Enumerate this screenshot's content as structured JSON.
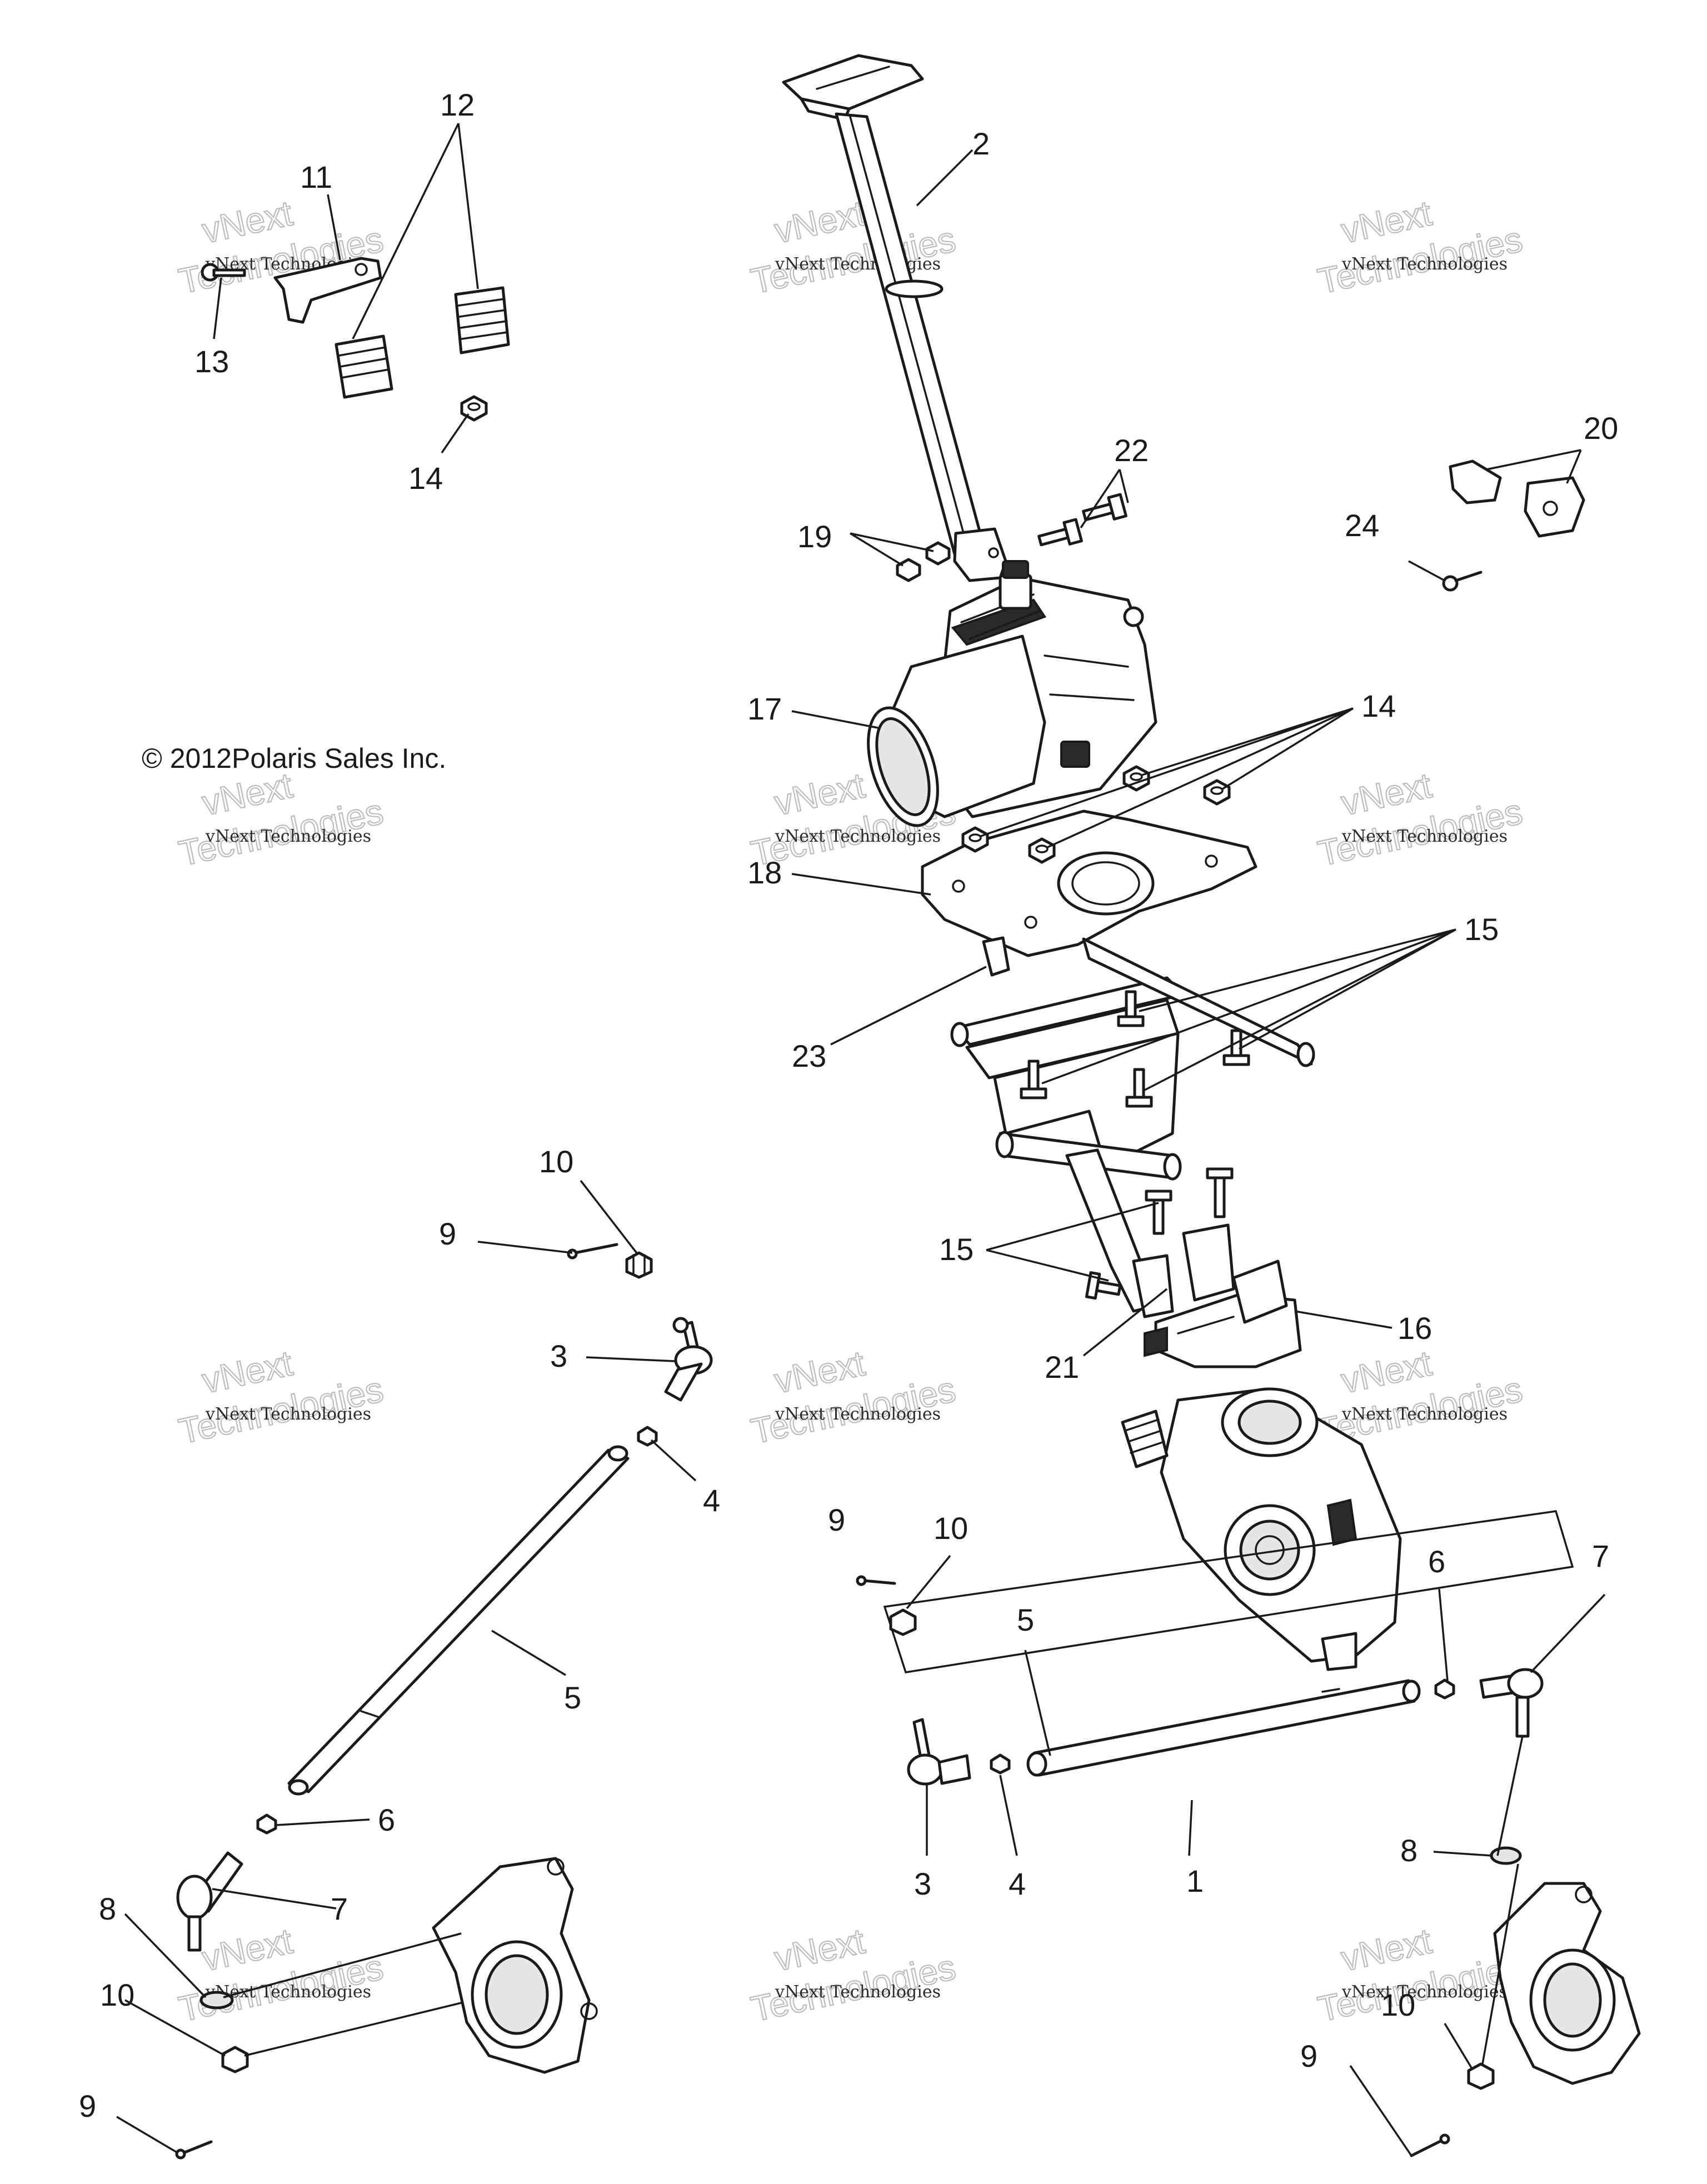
{
  "diagram": {
    "copyright": "© 2012Polaris Sales Inc.",
    "watermark": {
      "line1": "vNext",
      "line2": "vNext Technologies",
      "line3": "Technologies"
    },
    "callouts": [
      {
        "id": "c1",
        "label": "1"
      },
      {
        "id": "c2",
        "label": "2"
      },
      {
        "id": "c3a",
        "label": "3"
      },
      {
        "id": "c3b",
        "label": "3"
      },
      {
        "id": "c4a",
        "label": "4"
      },
      {
        "id": "c4b",
        "label": "4"
      },
      {
        "id": "c5a",
        "label": "5"
      },
      {
        "id": "c5b",
        "label": "5"
      },
      {
        "id": "c6a",
        "label": "6"
      },
      {
        "id": "c6b",
        "label": "6"
      },
      {
        "id": "c7a",
        "label": "7"
      },
      {
        "id": "c7b",
        "label": "7"
      },
      {
        "id": "c8a",
        "label": "8"
      },
      {
        "id": "c8b",
        "label": "8"
      },
      {
        "id": "c9a",
        "label": "9"
      },
      {
        "id": "c9b",
        "label": "9"
      },
      {
        "id": "c9c",
        "label": "9"
      },
      {
        "id": "c9d",
        "label": "9"
      },
      {
        "id": "c10a",
        "label": "10"
      },
      {
        "id": "c10b",
        "label": "10"
      },
      {
        "id": "c10c",
        "label": "10"
      },
      {
        "id": "c10d",
        "label": "10"
      },
      {
        "id": "c11",
        "label": "11"
      },
      {
        "id": "c12",
        "label": "12"
      },
      {
        "id": "c13",
        "label": "13"
      },
      {
        "id": "c14a",
        "label": "14"
      },
      {
        "id": "c14b",
        "label": "14"
      },
      {
        "id": "c15a",
        "label": "15"
      },
      {
        "id": "c15b",
        "label": "15"
      },
      {
        "id": "c16",
        "label": "16"
      },
      {
        "id": "c17",
        "label": "17"
      },
      {
        "id": "c18",
        "label": "18"
      },
      {
        "id": "c19",
        "label": "19"
      },
      {
        "id": "c20",
        "label": "20"
      },
      {
        "id": "c21",
        "label": "21"
      },
      {
        "id": "c22",
        "label": "22"
      },
      {
        "id": "c23",
        "label": "23"
      },
      {
        "id": "c24",
        "label": "24"
      }
    ]
  }
}
